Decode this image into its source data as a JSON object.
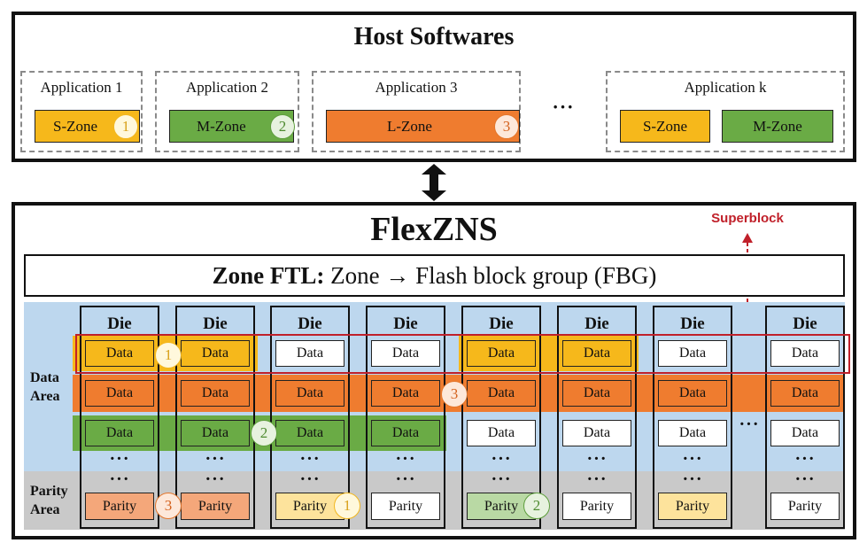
{
  "host": {
    "title": "Host Softwares",
    "apps": [
      {
        "label": "Application 1",
        "zones": [
          {
            "label": "S-Zone",
            "badge": "1"
          }
        ]
      },
      {
        "label": "Application 2",
        "zones": [
          {
            "label": "M-Zone",
            "badge": "2"
          }
        ]
      },
      {
        "label": "Application 3",
        "zones": [
          {
            "label": "L-Zone",
            "badge": "3"
          }
        ]
      },
      {
        "label": "Application k",
        "zones": [
          {
            "label": "S-Zone"
          },
          {
            "label": "M-Zone"
          }
        ]
      }
    ],
    "ellipsis": "···"
  },
  "flexzns": {
    "title": "FlexZNS",
    "superblock_label": "Superblock",
    "ftl": {
      "prefix": "Zone FTL:",
      "rest": " Zone → Flash block group (FBG)"
    },
    "data_area_label_1": "Data",
    "data_area_label_2": "Area",
    "parity_area_label_1": "Parity",
    "parity_area_label_2": "Area",
    "die_label": "Die",
    "data_cell": "Data",
    "parity_cell": "Parity",
    "dots": "···",
    "badges": {
      "one": "1",
      "two": "2",
      "three": "3"
    }
  },
  "colors": {
    "s_zone": "#f6b81b",
    "m_zone": "#6aab45",
    "l_zone": "#ef7c2f",
    "data_area_bg": "#bdd7ee",
    "parity_area_bg": "#c9c9c9",
    "superblock": "#c0202a"
  }
}
